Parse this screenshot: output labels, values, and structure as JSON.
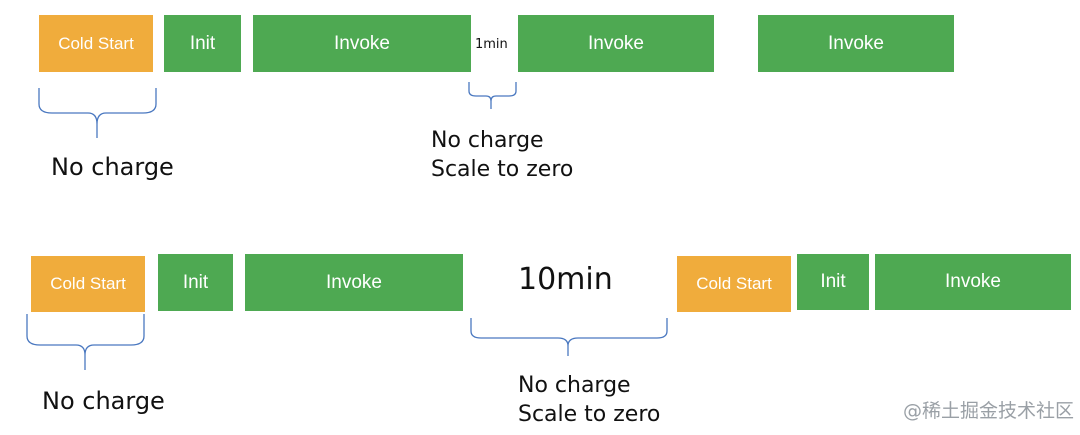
{
  "row1": {
    "cold_start": "Cold Start",
    "init": "Init",
    "invoke1": "Invoke",
    "gap_label": "1min",
    "invoke2": "Invoke",
    "invoke3": "Invoke",
    "left_brace_note": "No charge",
    "gap_note_line1": "No charge",
    "gap_note_line2": "Scale to zero"
  },
  "row2": {
    "cold_start": "Cold Start",
    "init": "Init",
    "invoke1": "Invoke",
    "gap_label": "10min",
    "cold_start2": "Cold Start",
    "init2": "Init",
    "invoke2": "Invoke",
    "left_brace_note": "No charge",
    "gap_note_line1": "No charge",
    "gap_note_line2": "Scale to zero"
  },
  "watermark": "@稀土掘金技术社区",
  "colors": {
    "cold_start": "#F0AC3C",
    "init_invoke": "#4EA952",
    "brace": "#4a78c0"
  }
}
